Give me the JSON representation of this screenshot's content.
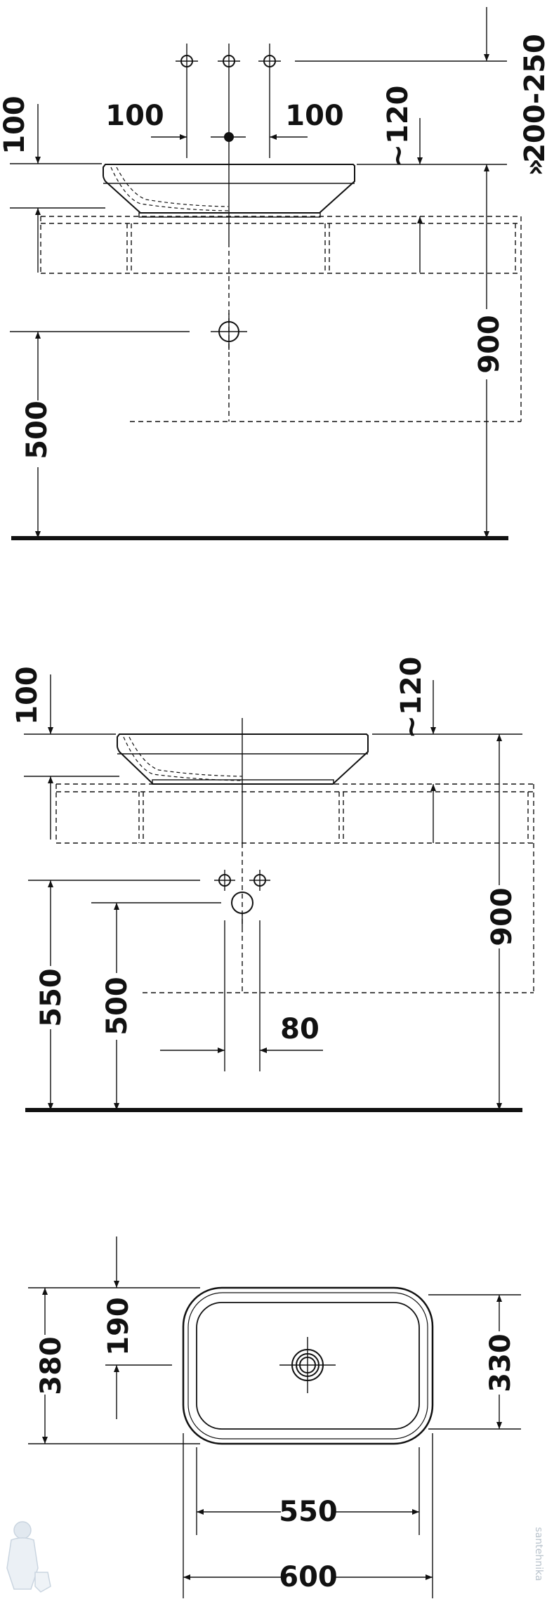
{
  "colors": {
    "line": "#111111",
    "background": "#ffffff",
    "watermark": "#9fb3c8"
  },
  "views": {
    "top_elevation": {
      "dims": {
        "tap_spacing_left": "100",
        "tap_spacing_right": "100",
        "tap_height_above_rim": "100",
        "basin_height": "~120",
        "wall_outlet_height": "200-250",
        "rim_height": "900",
        "waste_height": "500"
      }
    },
    "middle_elevation": {
      "dims": {
        "rim_offset": "100",
        "basin_height": "~120",
        "rim_height": "900",
        "supply_height": "550",
        "waste_height": "500",
        "supply_spacing": "80"
      }
    },
    "plan": {
      "dims": {
        "outer_depth": "380",
        "drain_offset": "190",
        "inner_depth": "330",
        "inner_width": "550",
        "outer_width": "600"
      }
    }
  },
  "watermark": {
    "text": "santehnika"
  }
}
